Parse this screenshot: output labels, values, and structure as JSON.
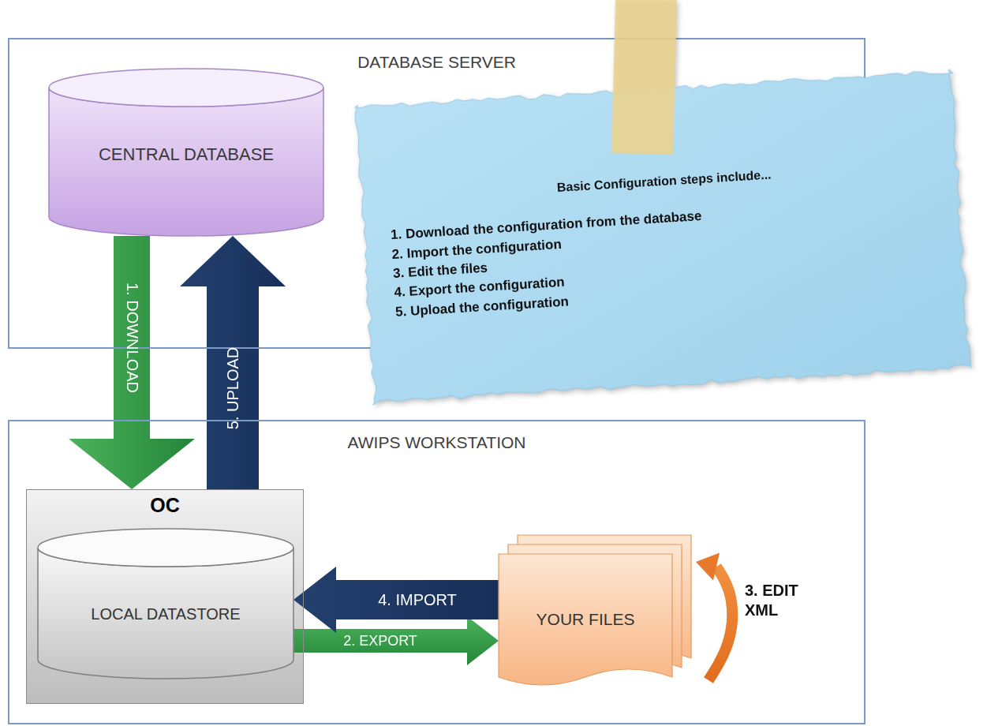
{
  "diagram": {
    "nodes": [
      {
        "text": [
          "DATABASE SERVER"
        ]
      },
      {
        "text": [
          "CENTRAL DATABASE"
        ],
        "in": 0
      },
      {
        "text": [
          "Basic Configuration steps include...",
          "1. Download the configuration from the database",
          "2. Import the configuration",
          "3. Edit the files",
          "4. Export the configuration",
          "5. Upload the configuration"
        ]
      },
      {
        "text": [
          "AWIPS WORKSTATION"
        ]
      },
      {
        "text": [
          "OC"
        ],
        "in": 3
      },
      {
        "text": [
          "LOCAL DATASTORE"
        ],
        "in": 4
      },
      {
        "text": [
          "YOUR FILES"
        ],
        "in": 3
      }
    ],
    "edges": [
      {
        "from": 1,
        "to": 4,
        "label": "1. DOWNLOAD",
        "arrow": "to"
      },
      {
        "from": 5,
        "to": 6,
        "label": "2. EXPORT",
        "arrow": "to"
      },
      {
        "from": 6,
        "to": 6,
        "label": "3. EDIT XML",
        "arrow": "to"
      },
      {
        "from": 6,
        "to": 5,
        "label": "4. IMPORT",
        "arrow": "to"
      },
      {
        "from": 4,
        "to": 1,
        "label": "5. UPLOAD",
        "arrow": "to"
      }
    ]
  }
}
